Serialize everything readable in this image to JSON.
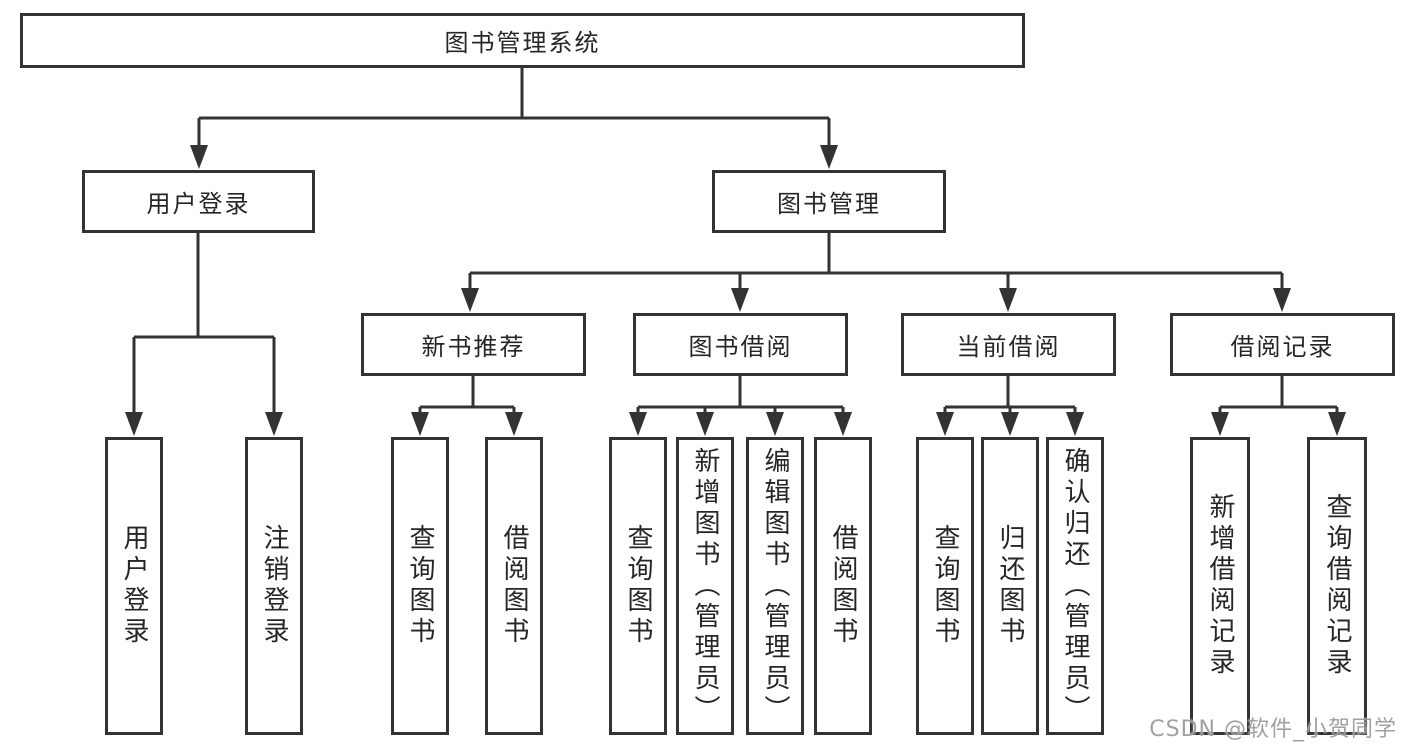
{
  "diagram": {
    "root": {
      "label": "图书管理系统"
    },
    "branches": [
      {
        "label": "用户登录",
        "children": [
          "用户登录",
          "注销登录"
        ]
      },
      {
        "label": "图书管理",
        "sub": [
          {
            "label": "新书推荐",
            "children": [
              "查询图书",
              "借阅图书"
            ]
          },
          {
            "label": "图书借阅",
            "children": [
              "查询图书",
              "新增图书（管理员）",
              "编辑图书（管理员）",
              "借阅图书"
            ]
          },
          {
            "label": "当前借阅",
            "children": [
              "查询图书",
              "归还图书",
              "确认归还（管理员）"
            ]
          },
          {
            "label": "借阅记录",
            "children": [
              "新增借阅记录",
              "查询借阅记录"
            ]
          }
        ]
      }
    ]
  },
  "watermark": {
    "text": "CSDN @软件_小贺同学"
  },
  "colors": {
    "line": "#333333",
    "text": "#262626",
    "watermark": "#919191",
    "background": "#ffffff"
  }
}
